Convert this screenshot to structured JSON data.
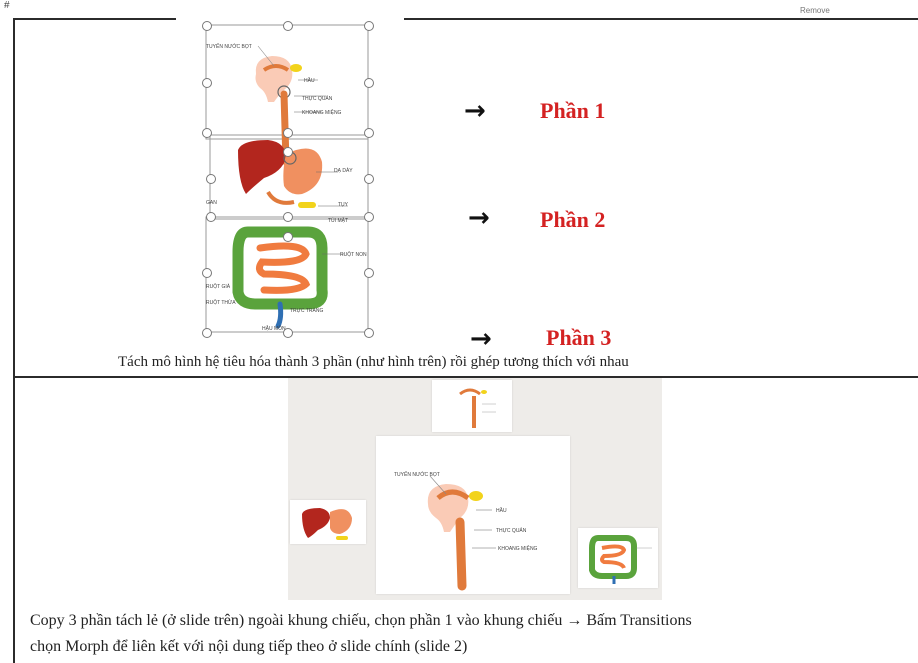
{
  "header": {
    "corner_mark": "#",
    "corner_note": "Remove"
  },
  "top_section": {
    "parts": [
      {
        "arrow": "→",
        "label": "Phần 1"
      },
      {
        "arrow": "→",
        "label": "Phần 2"
      },
      {
        "arrow": "→",
        "label": "Phần 3"
      }
    ],
    "diagram_labels": [
      "TUYẾN NƯỚC BỌT",
      "HẦU",
      "THỰC QUẢN",
      "GAN",
      "DẠ DÀY",
      "TỤY",
      "TÚI MẬT",
      "RUỘT NON",
      "RUỘT GIÀ",
      "RUỘT THỪA",
      "HẬU MÔN",
      "TRỰC TRÀNG",
      "KHOANG MIỆNG"
    ],
    "caption": "Tách mô hình hệ tiêu hóa thành 3 phần (như hình trên) rồi ghép tương thích với nhau"
  },
  "bottom_section": {
    "slide_labels": [
      "TUYẾN NƯỚC BỌT",
      "HẦU",
      "THỰC QUẢN",
      "KHOANG MIỆNG"
    ],
    "instruction_line1": "Copy 3 phần tách lẻ (ở slide trên) ngoài khung chiếu, chọn phần 1 vào khung chiếu → Bấm Transitions",
    "instruction_line2": "chọn Morph để liên kết với nội dung tiếp theo ở slide chính (slide 2)"
  },
  "colors": {
    "part_label": "#d42222",
    "esophagus": "#e07a3b",
    "liver": "#b3261e",
    "stomach": "#f09060",
    "intestine_small": "#f07b3f",
    "intestine_large": "#5aa33c",
    "bile": "#f2d31b",
    "rectum": "#2f6fb3"
  }
}
